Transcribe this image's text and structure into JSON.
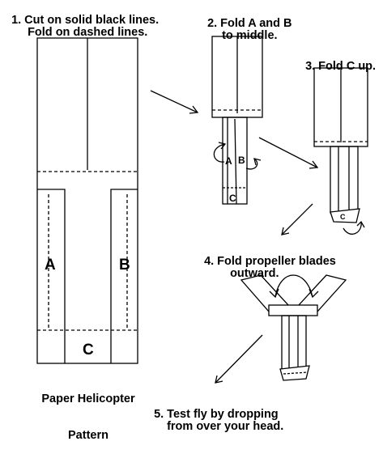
{
  "steps": {
    "step1_line1": "1. Cut on solid black lines.",
    "step1_line2": "Fold on dashed lines.",
    "step2_line1": "2. Fold A and B",
    "step2_line2": "to middle.",
    "step3": "3. Fold C up.",
    "step4_line1": "4. Fold propeller blades",
    "step4_line2": "outward.",
    "step5_line1": "5. Test fly by dropping",
    "step5_line2": "from over your head."
  },
  "pattern": {
    "caption_line1": "Paper Helicopter",
    "caption_line2": "Pattern",
    "label_a": "A",
    "label_b": "B",
    "label_c": "C"
  },
  "folded": {
    "label_a": "A",
    "label_b": "B",
    "label_c_step2": "C",
    "label_c_step3": "C"
  }
}
